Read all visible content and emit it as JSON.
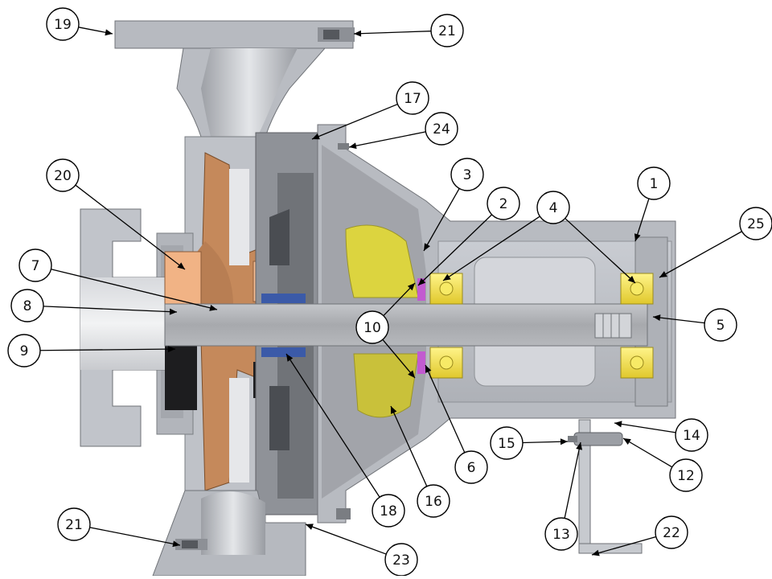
{
  "diagram": {
    "callouts": [
      {
        "id": "c1",
        "label": "1"
      },
      {
        "id": "c2",
        "label": "2"
      },
      {
        "id": "c3",
        "label": "3"
      },
      {
        "id": "c4",
        "label": "4"
      },
      {
        "id": "c5",
        "label": "5"
      },
      {
        "id": "c6",
        "label": "6"
      },
      {
        "id": "c7",
        "label": "7"
      },
      {
        "id": "c8",
        "label": "8"
      },
      {
        "id": "c9",
        "label": "9"
      },
      {
        "id": "c10",
        "label": "10"
      },
      {
        "id": "c12",
        "label": "12"
      },
      {
        "id": "c13",
        "label": "13"
      },
      {
        "id": "c14",
        "label": "14"
      },
      {
        "id": "c15",
        "label": "15"
      },
      {
        "id": "c16",
        "label": "16"
      },
      {
        "id": "c17",
        "label": "17"
      },
      {
        "id": "c18",
        "label": "18"
      },
      {
        "id": "c19",
        "label": "19"
      },
      {
        "id": "c20",
        "label": "20"
      },
      {
        "id": "c21a",
        "label": "21"
      },
      {
        "id": "c21b",
        "label": "21"
      },
      {
        "id": "c22",
        "label": "22"
      },
      {
        "id": "c23",
        "label": "23"
      },
      {
        "id": "c24",
        "label": "24"
      },
      {
        "id": "c25",
        "label": "25"
      }
    ],
    "colors": {
      "casing": "#b9bcc2",
      "casing_dark": "#8e9196",
      "shaft": "#a9abaf",
      "impeller": "#c08a5e",
      "wear_ring": "#f3b88c",
      "bearing": "#f4e04a",
      "oil": "#d8d245",
      "seal": "#3b5aa8",
      "line": "#000000"
    }
  }
}
